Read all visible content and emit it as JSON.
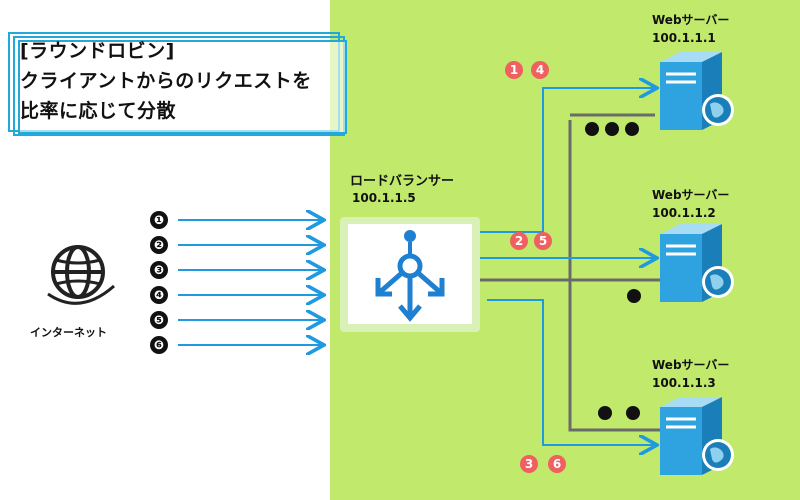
{
  "colors": {
    "green_bg": "#c1e96c",
    "arrow_blue": "#1f9ae0",
    "line_gray": "#6a6a6a",
    "badge_red": "#f06060",
    "badge_black": "#111111",
    "title_frame": "#23a9d9"
  },
  "title": {
    "line1": "[ラウンドロビン]",
    "line2": "クライアントからのリクエストを",
    "line3": "比率に応じて分散"
  },
  "internet": {
    "label": "インターネット",
    "icon": "globe-icon"
  },
  "requests": [
    "❶",
    "❷",
    "❸",
    "❹",
    "❺",
    "❻"
  ],
  "load_balancer": {
    "name": "ロードバランサー",
    "ip": "100.1.1.5",
    "icon": "load-balancer-icon"
  },
  "servers": [
    {
      "name": "Webサーバー",
      "ip": "100.1.1.1",
      "badges": [
        "1",
        "4"
      ],
      "pending_dots": 3
    },
    {
      "name": "Webサーバー",
      "ip": "100.1.1.2",
      "badges": [
        "2",
        "5"
      ],
      "pending_dots": 1
    },
    {
      "name": "Webサーバー",
      "ip": "100.1.1.3",
      "badges": [
        "3",
        "6"
      ],
      "pending_dots": 2
    }
  ]
}
